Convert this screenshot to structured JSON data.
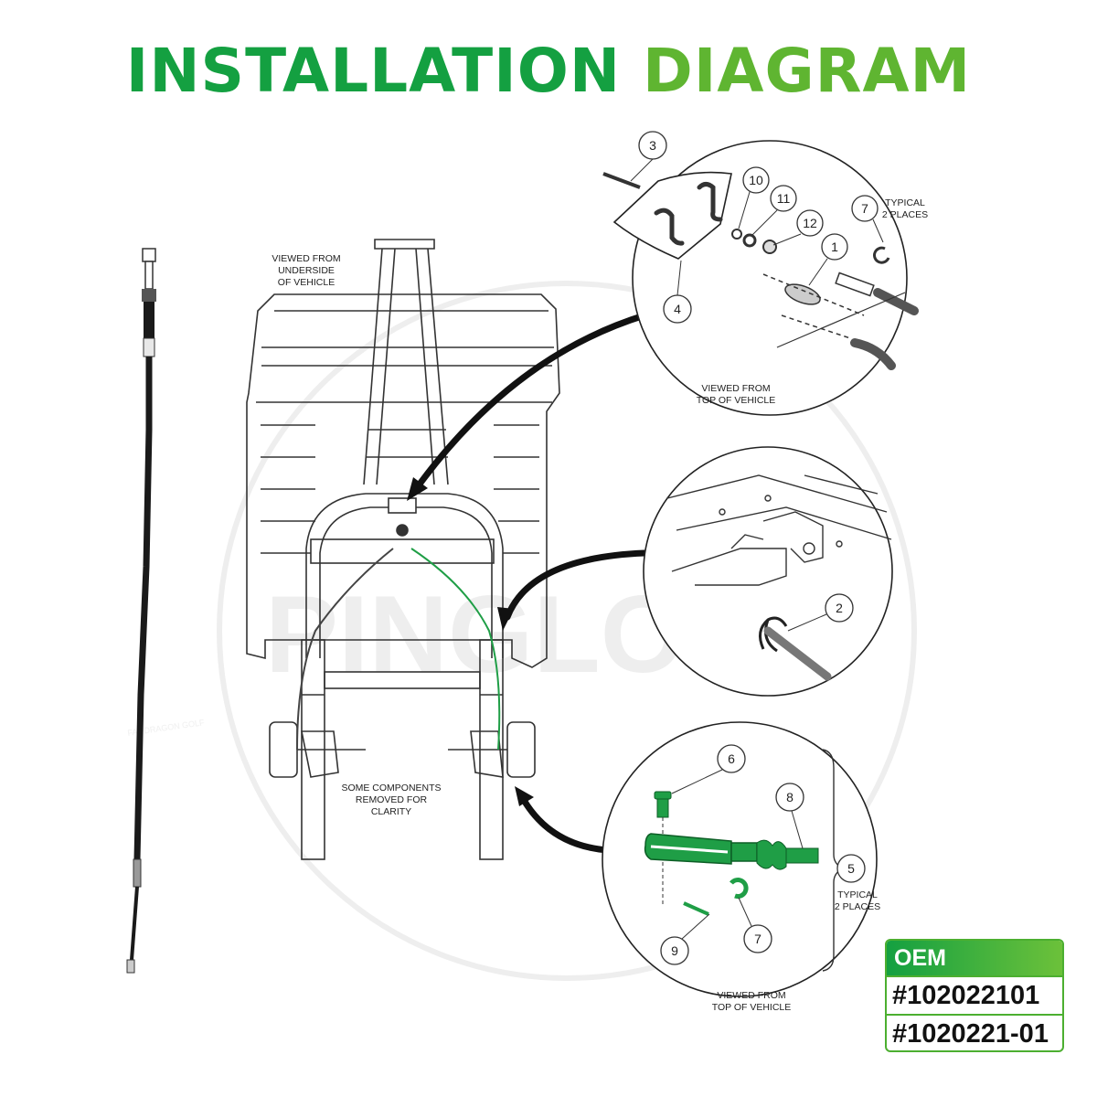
{
  "title": {
    "part1": "INSTALLATION",
    "part2": "DIAGRAM"
  },
  "watermark": {
    "brand": "PINGLONG",
    "small": "FAT DRAGON GOLF"
  },
  "main_view": {
    "viewed_from": [
      "VIEWED FROM",
      "UNDERSIDE",
      "OF VEHICLE"
    ],
    "components_note": [
      "SOME COMPONENTS",
      "REMOVED FOR",
      "CLARITY"
    ]
  },
  "detail_top": {
    "callouts": [
      "3",
      "10",
      "11",
      "12",
      "7",
      "1",
      "4"
    ],
    "typical": [
      "TYPICAL",
      "2 PLACES"
    ],
    "viewed_from": [
      "VIEWED FROM",
      "TOP OF VEHICLE"
    ]
  },
  "detail_middle": {
    "callouts": [
      "2"
    ]
  },
  "detail_bottom": {
    "callouts": [
      "6",
      "8",
      "5",
      "7",
      "9"
    ],
    "typical": [
      "TYPICAL",
      "2 PLACES"
    ],
    "viewed_from": [
      "VIEWED FROM",
      "TOP OF VEHICLE"
    ]
  },
  "oem": {
    "header": "OEM",
    "numbers": [
      "#102022101",
      "#1020221-01"
    ]
  },
  "colors": {
    "title_dark": "#14a041",
    "title_light": "#5fb531",
    "highlight": "#1f9e46",
    "line": "#222222"
  }
}
